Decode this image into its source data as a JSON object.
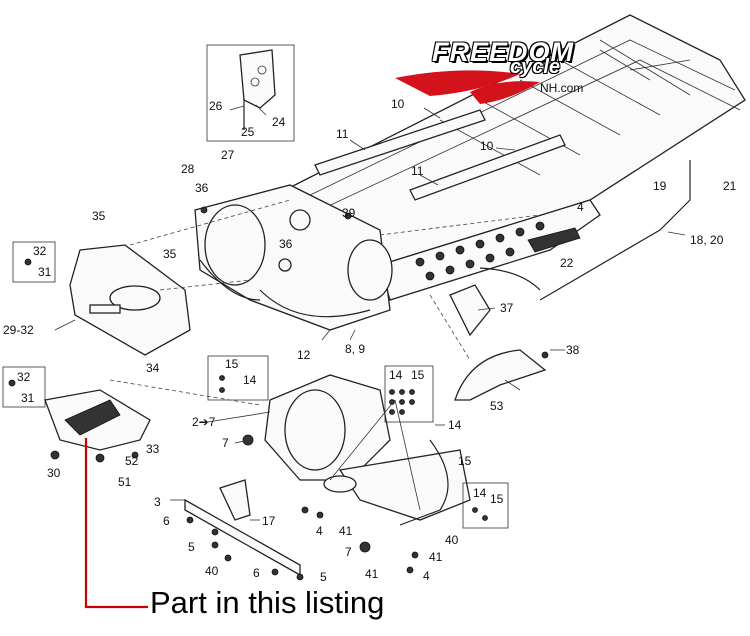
{
  "labels": [
    {
      "id": "l1",
      "text": "26"
    },
    {
      "id": "l2",
      "text": "24"
    },
    {
      "id": "l3",
      "text": "25"
    },
    {
      "id": "l4",
      "text": "10"
    },
    {
      "id": "l5",
      "text": "11"
    },
    {
      "id": "l6",
      "text": "10"
    },
    {
      "id": "l7",
      "text": "11"
    },
    {
      "id": "l8",
      "text": "27"
    },
    {
      "id": "l9",
      "text": "28"
    },
    {
      "id": "l10",
      "text": "36"
    },
    {
      "id": "l11",
      "text": "21"
    },
    {
      "id": "l12",
      "text": "19"
    },
    {
      "id": "l13",
      "text": "4"
    },
    {
      "id": "l14",
      "text": "35"
    },
    {
      "id": "l15",
      "text": "39"
    },
    {
      "id": "l16",
      "text": "18, 20"
    },
    {
      "id": "l17",
      "text": "32"
    },
    {
      "id": "l18",
      "text": "31"
    },
    {
      "id": "l19",
      "text": "36"
    },
    {
      "id": "l20",
      "text": "22"
    },
    {
      "id": "l21",
      "text": "35"
    },
    {
      "id": "l22",
      "text": "37"
    },
    {
      "id": "l23",
      "text": "29-32"
    },
    {
      "id": "l24",
      "text": "12"
    },
    {
      "id": "l25",
      "text": "8, 9"
    },
    {
      "id": "l26",
      "text": "38"
    },
    {
      "id": "l27",
      "text": "34"
    },
    {
      "id": "l28",
      "text": "15"
    },
    {
      "id": "l29",
      "text": "14"
    },
    {
      "id": "l30",
      "text": "14"
    },
    {
      "id": "l31",
      "text": "15"
    },
    {
      "id": "l32",
      "text": "32"
    },
    {
      "id": "l33",
      "text": "31"
    },
    {
      "id": "l34",
      "text": "53"
    },
    {
      "id": "l35",
      "text": "2➔7"
    },
    {
      "id": "l36",
      "text": "14"
    },
    {
      "id": "l37",
      "text": "33"
    },
    {
      "id": "l38",
      "text": "7"
    },
    {
      "id": "l39",
      "text": "15"
    },
    {
      "id": "l40",
      "text": "52"
    },
    {
      "id": "l41",
      "text": "30"
    },
    {
      "id": "l42",
      "text": "51"
    },
    {
      "id": "l43",
      "text": "14"
    },
    {
      "id": "l44",
      "text": "15"
    },
    {
      "id": "l45",
      "text": "3"
    },
    {
      "id": "l46",
      "text": "6"
    },
    {
      "id": "l47",
      "text": "17"
    },
    {
      "id": "l48",
      "text": "4"
    },
    {
      "id": "l49",
      "text": "41"
    },
    {
      "id": "l50",
      "text": "5"
    },
    {
      "id": "l51",
      "text": "40"
    },
    {
      "id": "l52",
      "text": "7"
    },
    {
      "id": "l53",
      "text": "41"
    },
    {
      "id": "l54",
      "text": "40"
    },
    {
      "id": "l55",
      "text": "6"
    },
    {
      "id": "l56",
      "text": "5"
    },
    {
      "id": "l57",
      "text": "41"
    },
    {
      "id": "l58",
      "text": "4"
    }
  ],
  "logo": {
    "word": "FREEDOM",
    "sub": "cycle",
    "domain": "NH.com"
  },
  "callout": {
    "text": "Part in this listing"
  },
  "colors": {
    "highlight": "#cc0000",
    "ink": "#222222",
    "logo_red": "#d4121c"
  }
}
